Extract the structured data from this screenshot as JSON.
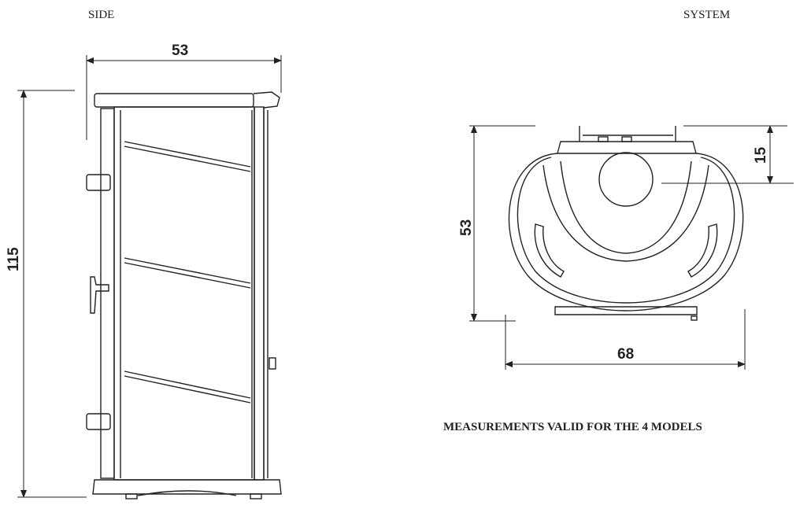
{
  "views": {
    "side": {
      "title": "SIDE",
      "width_label": "53",
      "height_label": "115"
    },
    "system": {
      "title": "SYSTEM",
      "depth_label": "53",
      "width_label": "68",
      "flue_offset_label": "15"
    }
  },
  "note": "MEASUREMENTS VALID FOR THE 4 MODELS"
}
